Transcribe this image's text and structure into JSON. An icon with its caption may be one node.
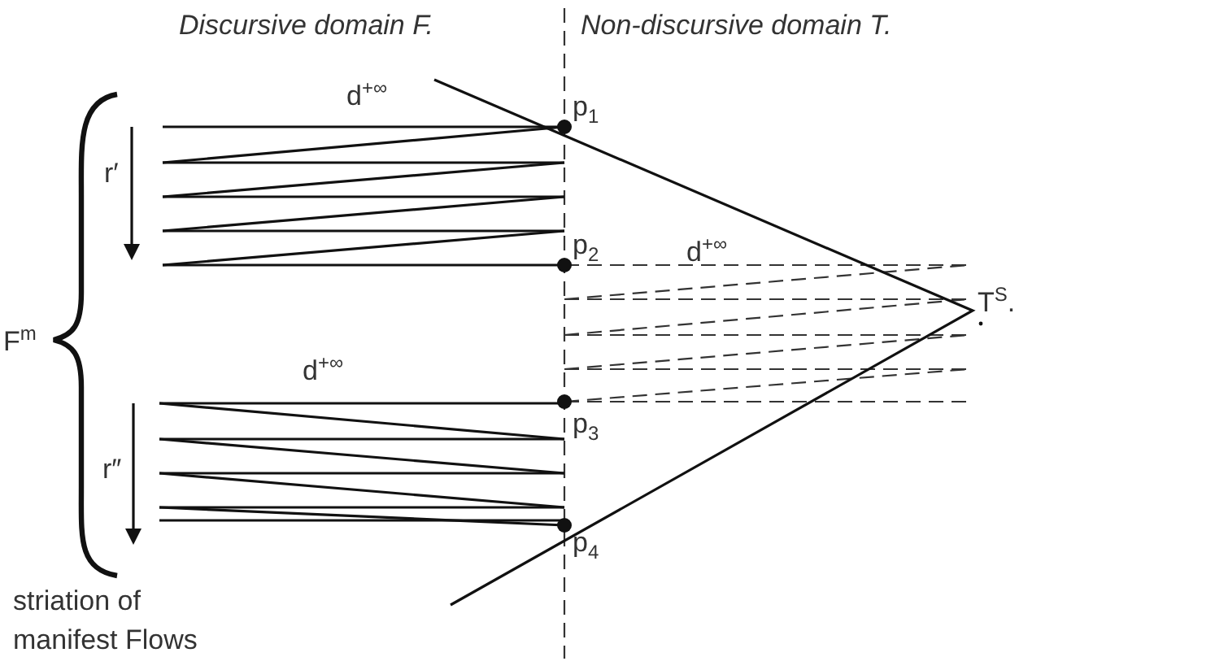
{
  "diagram": {
    "labels": [
      "Discursive domain F.",
      "Non-discursive domain T.",
      "d$^{+∞}$",
      "p$_{1}$",
      "r′",
      "p$_{2}$",
      "d$^{+∞}$",
      "F$^{m}$",
      "T$^{S}$.",
      "d$^{+∞}$",
      "p$_{3}$",
      "r″",
      "p$_{4}$",
      "striation of manifest Flows"
    ]
  }
}
